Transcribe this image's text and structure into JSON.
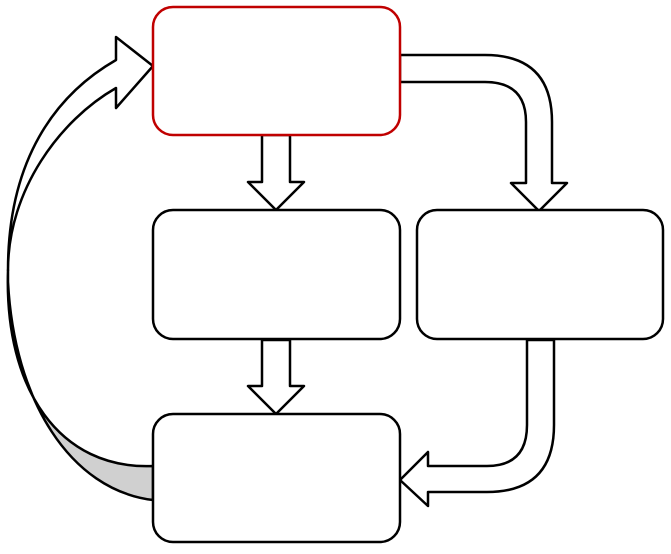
{
  "diagram": {
    "nodes": [
      {
        "id": "top",
        "label": "",
        "highlighted": true
      },
      {
        "id": "middle-left",
        "label": "",
        "highlighted": false
      },
      {
        "id": "middle-right",
        "label": "",
        "highlighted": false
      },
      {
        "id": "bottom",
        "label": "",
        "highlighted": false
      }
    ],
    "edges": [
      {
        "from": "top",
        "to": "middle-left",
        "style": "block-arrow"
      },
      {
        "from": "top",
        "to": "middle-right",
        "style": "curved-block-arrow"
      },
      {
        "from": "middle-left",
        "to": "bottom",
        "style": "block-arrow"
      },
      {
        "from": "middle-right",
        "to": "bottom",
        "style": "curved-block-arrow"
      },
      {
        "from": "bottom",
        "to": "top",
        "style": "curved-loop-arrow"
      }
    ],
    "colors": {
      "highlight_border": "#c00000",
      "default_border": "#000000",
      "arrow_fill": "#ffffff",
      "loop_shadow_fill": "#d0d0d0"
    }
  }
}
